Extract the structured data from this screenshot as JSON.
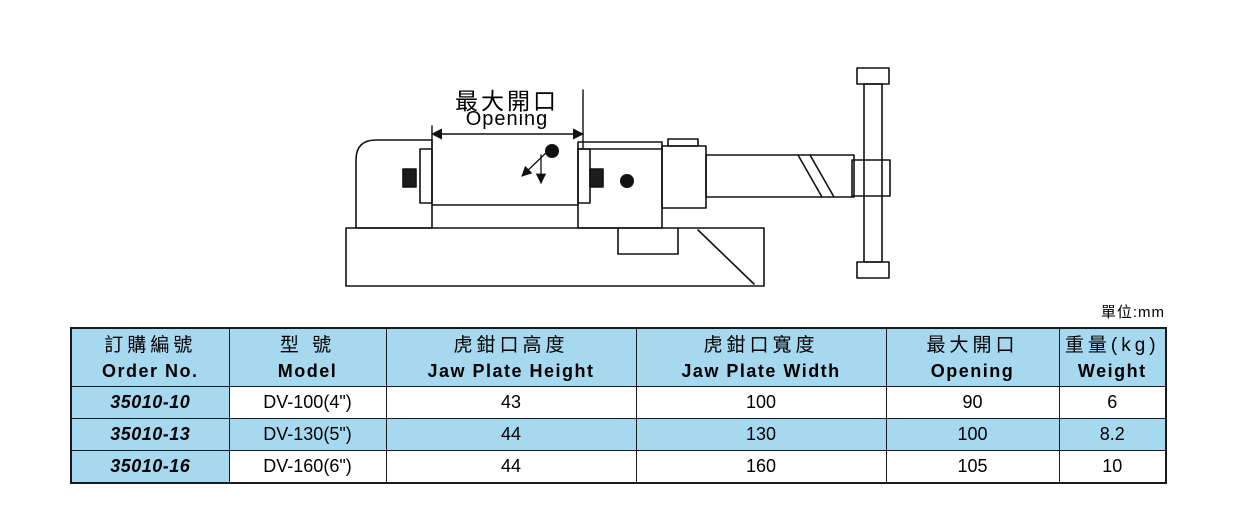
{
  "diagram": {
    "label_zh": "最大開口",
    "label_en": "Opening"
  },
  "unit_label": "單位:mm",
  "table": {
    "columns": [
      {
        "zh": "訂購編號",
        "en": "Order No."
      },
      {
        "zh": "型 號",
        "en": "Model"
      },
      {
        "zh": "虎鉗口高度",
        "en": "Jaw Plate Height"
      },
      {
        "zh": "虎鉗口寬度",
        "en": "Jaw Plate Width"
      },
      {
        "zh": "最大開口",
        "en": "Opening"
      },
      {
        "zh": "重量(kg)",
        "en": "Weight"
      }
    ],
    "rows": [
      {
        "order_no": "35010-10",
        "model": "DV-100(4\")",
        "jaw_height": "43",
        "jaw_width": "100",
        "opening": "90",
        "weight": "6"
      },
      {
        "order_no": "35010-13",
        "model": "DV-130(5\")",
        "jaw_height": "44",
        "jaw_width": "130",
        "opening": "100",
        "weight": "8.2"
      },
      {
        "order_no": "35010-16",
        "model": "DV-160(6\")",
        "jaw_height": "44",
        "jaw_width": "160",
        "opening": "105",
        "weight": "10"
      }
    ]
  },
  "colors": {
    "highlight_blue": "#a6d8f0",
    "line_color": "#111111"
  }
}
